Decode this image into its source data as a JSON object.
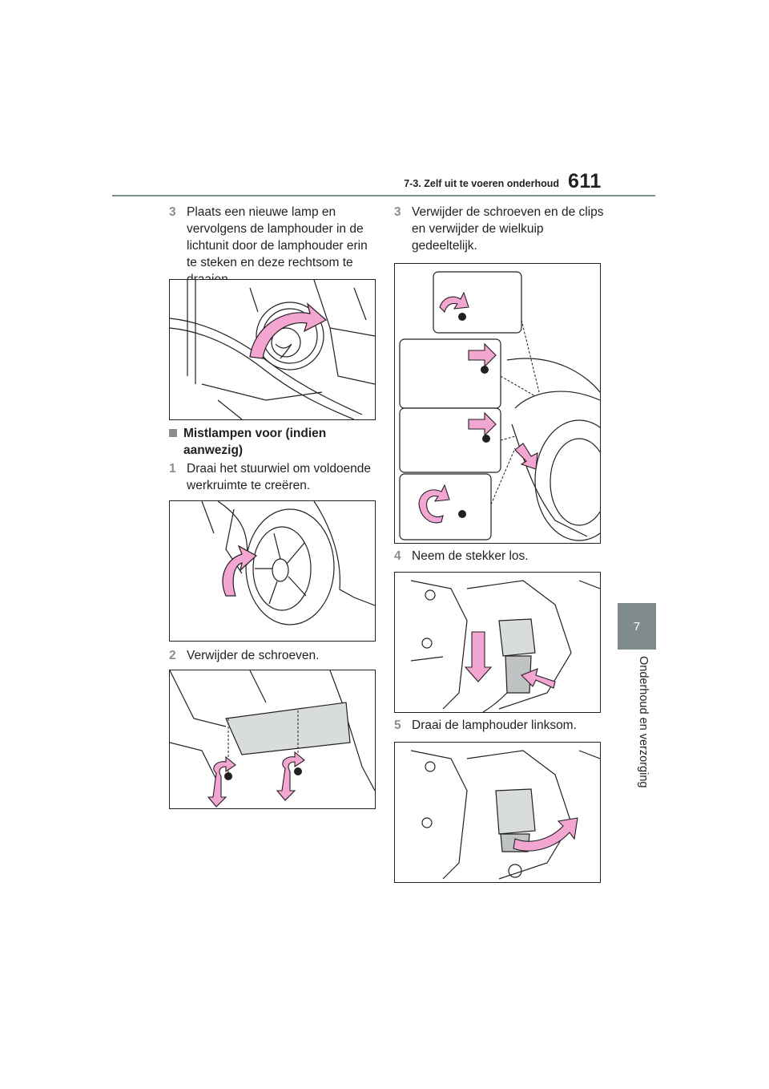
{
  "header": {
    "section_title": "7-3. Zelf uit te voeren onderhoud",
    "page_number": "611"
  },
  "chapter": {
    "number": "7",
    "title": "Onderhoud en verzorging"
  },
  "left_column": {
    "step3": {
      "num": "3",
      "text": "Plaats een nieuwe lamp en vervolgens de lamphouder in de lichtunit door de lamphouder erin te steken en deze rechtsom te draaien."
    },
    "heading": "Mistlampen voor (indien aanwezig)",
    "step1": {
      "num": "1",
      "text": "Draai het stuurwiel om voldoende werkruimte te creëren."
    },
    "step2": {
      "num": "2",
      "text": "Verwijder de schroeven."
    }
  },
  "right_column": {
    "step3": {
      "num": "3",
      "text": "Verwijder de schroeven en de clips en verwijder de wielkuip gedeeltelijk."
    },
    "step4": {
      "num": "4",
      "text": "Neem de stekker los."
    },
    "step5": {
      "num": "5",
      "text": "Draai de lamphouder linksom."
    }
  },
  "colors": {
    "arrow_fill": "#f3a6d2",
    "line": "#231f20",
    "tab": "#7f8c8b"
  },
  "icons": [
    "rotate-arrow-icon",
    "down-arrow-icon",
    "right-arrow-icon",
    "screw-icon",
    "clip-icon"
  ]
}
